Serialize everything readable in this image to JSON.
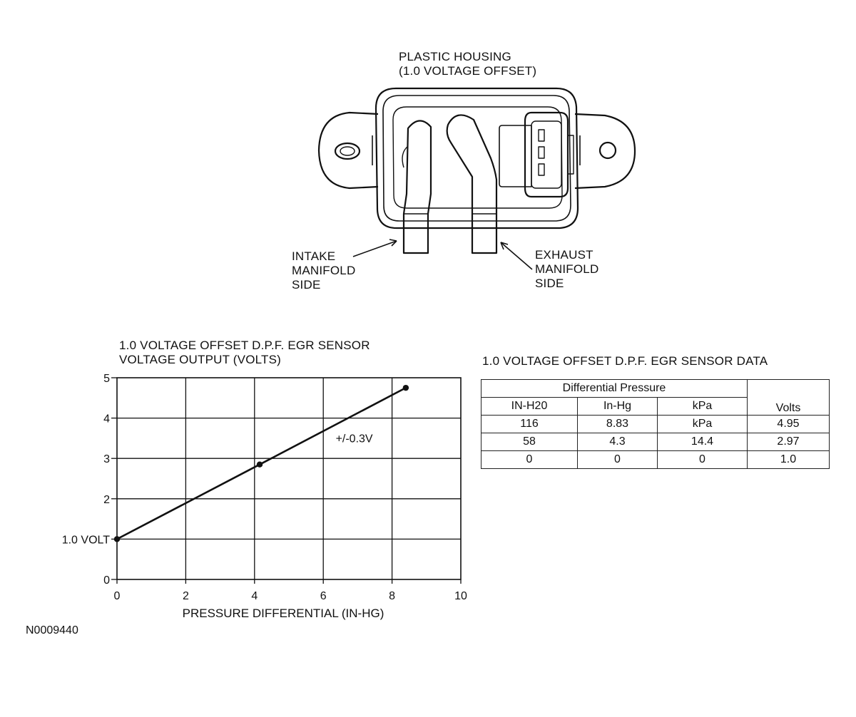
{
  "housing": {
    "title_line1": "PLASTIC HOUSING",
    "title_line2": "(1.0 VOLTAGE OFFSET)",
    "intake_label": [
      "INTAKE",
      "MANIFOLD",
      "SIDE"
    ],
    "exhaust_label": [
      "EXHAUST",
      "MANIFOLD",
      "SIDE"
    ]
  },
  "chart_data": {
    "type": "line",
    "title": "1.0 VOLTAGE OFFSET D.P.F. EGR SENSOR VOLTAGE OUTPUT (VOLTS)",
    "title_line1": "1.0 VOLTAGE OFFSET D.P.F. EGR SENSOR",
    "title_line2": "VOLTAGE OUTPUT (VOLTS)",
    "xlabel": "PRESSURE DIFFERENTIAL (IN-HG)",
    "ylabel": "",
    "xlim": [
      0,
      10
    ],
    "ylim": [
      0,
      5
    ],
    "x_ticks": [
      "0",
      "2",
      "4",
      "6",
      "8",
      "10"
    ],
    "y_ticks": [
      "0",
      "1.0 VOLT",
      "2",
      "3",
      "4",
      "5"
    ],
    "grid": true,
    "series": [
      {
        "x": [
          0,
          4.15,
          8.4
        ],
        "y": [
          1.0,
          2.85,
          4.75
        ]
      }
    ],
    "annotation": "+/-0.3V",
    "annotation_x": 6.9,
    "annotation_y": 3.4
  },
  "table": {
    "title": "1.0 VOLTAGE OFFSET D.P.F. EGR SENSOR DATA",
    "group_header": "Differential Pressure",
    "columns": [
      "IN-H20",
      "In-Hg",
      "kPa",
      "Volts"
    ],
    "rows": [
      [
        "116",
        "8.83",
        "kPa",
        "4.95"
      ],
      [
        "58",
        "4.3",
        "14.4",
        "2.97"
      ],
      [
        "0",
        "0",
        "0",
        "1.0"
      ]
    ]
  },
  "figure_id": "N0009440"
}
